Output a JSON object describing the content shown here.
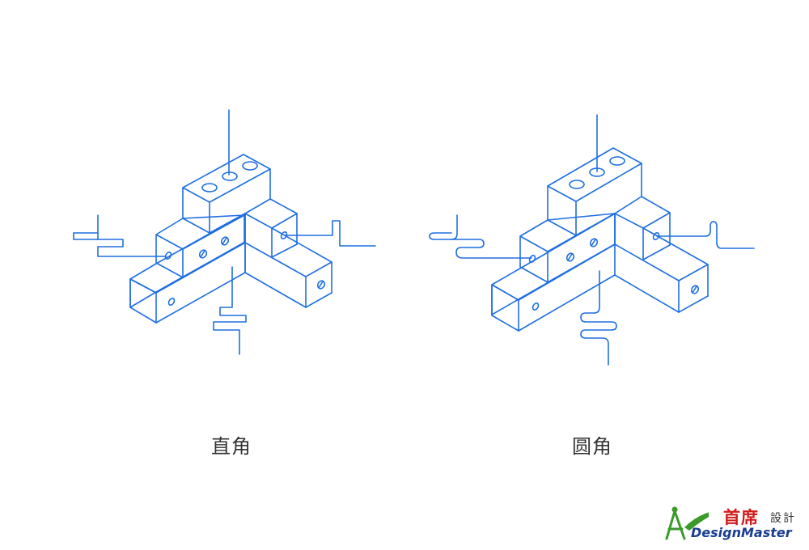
{
  "captions": {
    "left": "直角",
    "right": "圆角"
  },
  "logo": {
    "chinese": "首席",
    "chinese_small": "設計",
    "english": "DesignMaster"
  },
  "colors": {
    "stroke": "#1f6fe0",
    "caption": "#333333",
    "logo_red": "#d11a1a",
    "logo_green": "#3a9a2a",
    "logo_blue": "#1a3d8f"
  },
  "icons": [
    "compass-logo-icon",
    "leaf-swoosh-icon"
  ]
}
